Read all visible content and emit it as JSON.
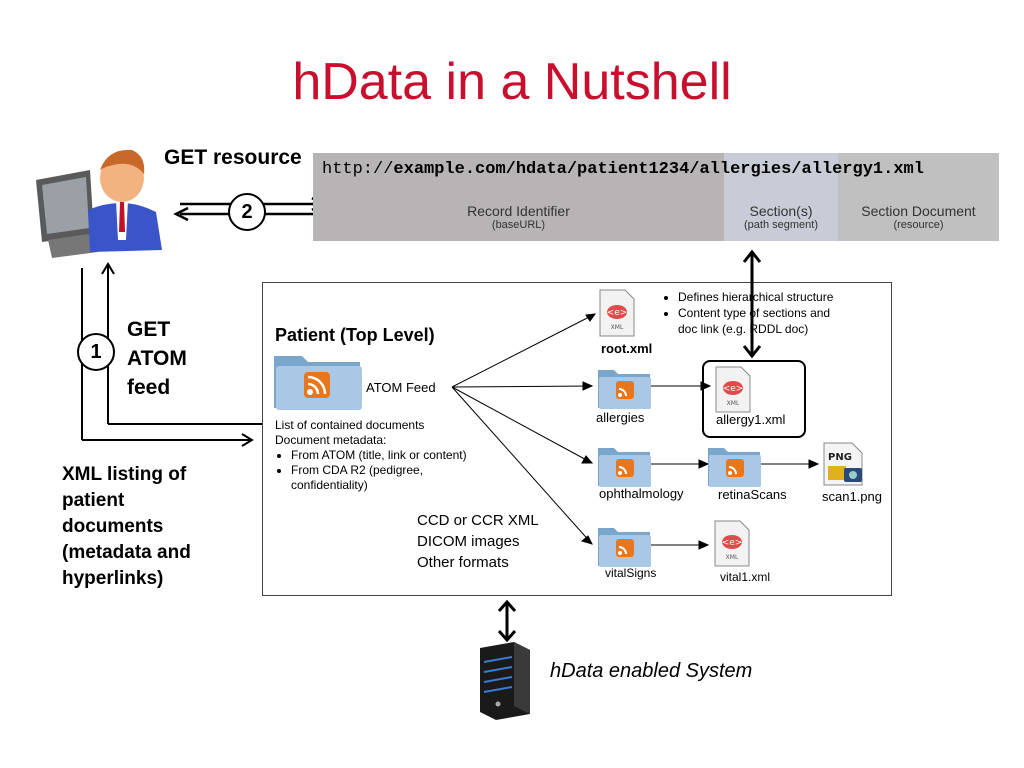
{
  "title": "hData in a Nutshell",
  "get_resource": "GET resource",
  "step2": "2",
  "step1": "1",
  "get_atom_lines": [
    "GET",
    "ATOM",
    "feed"
  ],
  "url": {
    "prefix": "http://",
    "base": "example.com/hdata/patient1234",
    "section": "/allergies/",
    "doc": "allergy1.xml"
  },
  "segments": {
    "record_main": "Record Identifier",
    "record_sub": "(baseURL)",
    "section_main": "Section(s)",
    "section_sub": "(path segment)",
    "doc_main": "Section Document",
    "doc_sub": "(resource)"
  },
  "xml_listing_lines": [
    "XML listing of",
    "patient",
    "documents",
    "(metadata and",
    "hyperlinks)"
  ],
  "patient_top": "Patient (Top Level)",
  "atom_feed": "ATOM Feed",
  "contained_lines": [
    "List of contained documents",
    "Document metadata:"
  ],
  "contained_bullets": [
    "From ATOM (title, link or content)",
    "From CDA R2 (pedigree,",
    "confidentiality)"
  ],
  "root_bullets": [
    "Defines hierarchical structure",
    "Content type of sections and",
    "doc link  (e.g. RDDL doc)"
  ],
  "root_xml": "root.xml",
  "allergies": "allergies",
  "allergy1": "allergy1.xml",
  "ophthalmology": "ophthalmology",
  "retina": "retinaScans",
  "scan": "scan1.png",
  "png_tag": "PNG",
  "vital_signs": "vitalSigns",
  "vital1": "vital1.xml",
  "formats": [
    "CCD or CCR XML",
    "DICOM images",
    "Other formats"
  ],
  "xml_tag": "XML",
  "system": "hData enabled System",
  "colors": {
    "title": "#c8102e",
    "rss": "#e8761c",
    "folder": "#8fb4d6"
  },
  "icons": [
    "user-at-computer-icon",
    "folder-rss-icon",
    "xml-file-icon",
    "png-file-icon",
    "server-icon"
  ]
}
